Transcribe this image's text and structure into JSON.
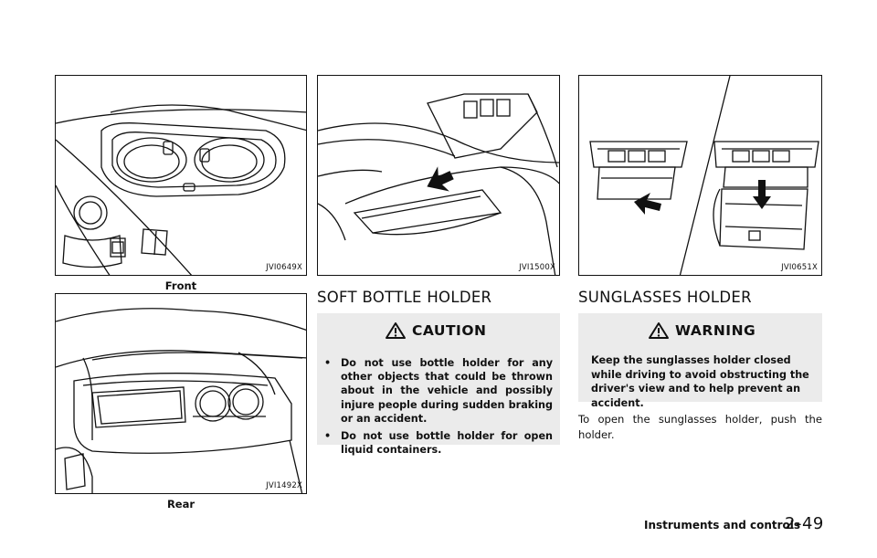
{
  "figures": {
    "front": {
      "code": "JVI0649X",
      "caption": "Front"
    },
    "rear": {
      "code": "JVI1492X",
      "caption": "Rear"
    },
    "door": {
      "code": "JVI1500X"
    },
    "sunglasses": {
      "code": "JVI0651X"
    }
  },
  "soft_bottle": {
    "heading": "SOFT BOTTLE HOLDER",
    "caution_title": "CAUTION",
    "caution_icon": "warning-triangle-icon",
    "bullets": [
      "Do not use bottle holder for any other objects that could be thrown about in the vehicle and possibly injure people during sudden braking or an accident.",
      "Do not use bottle holder for open liquid containers."
    ]
  },
  "sunglasses_holder": {
    "heading": "SUNGLASSES HOLDER",
    "warning_title": "WARNING",
    "warning_icon": "warning-triangle-icon",
    "warning_text": "Keep the sunglasses holder closed while driving to avoid obstructing the driver's view and to help prevent an accident.",
    "body": "To open the sunglasses holder, push the holder."
  },
  "footer": {
    "section": "Instruments and controls",
    "page": "2-49"
  },
  "colors": {
    "box_bg": "#ebebeb",
    "ink": "#111111"
  }
}
